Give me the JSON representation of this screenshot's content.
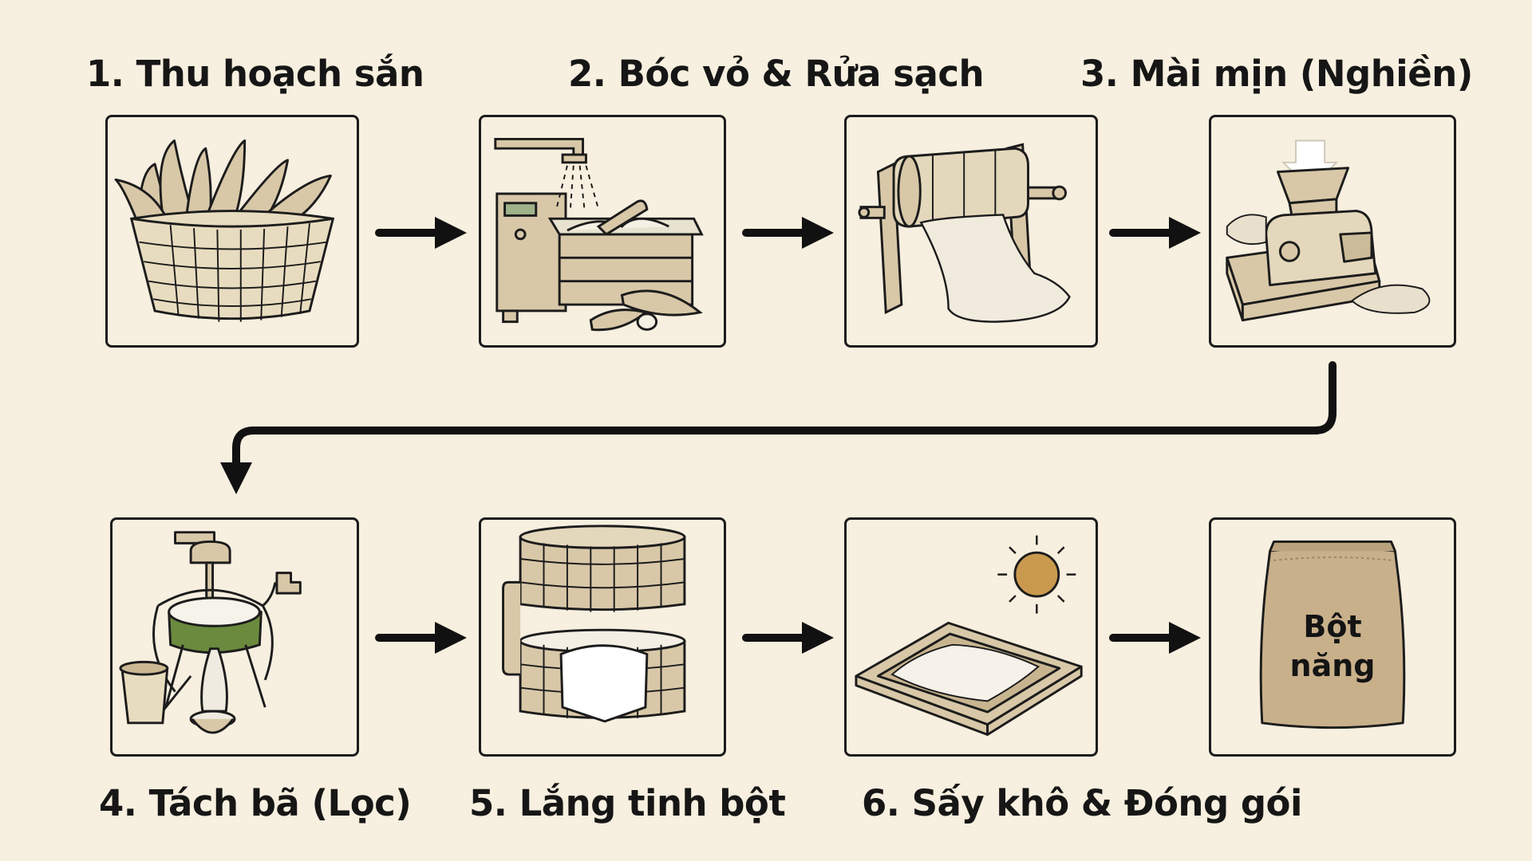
{
  "steps": [
    {
      "label": "1. Thu hoạch sắn"
    },
    {
      "label": "2. Bóc vỏ & Rửa sạch"
    },
    {
      "label": "3. Mài mịn (Nghiền)"
    },
    {
      "label": "4. Tách bã (Lọc)"
    },
    {
      "label": "5. Lắng tinh bột"
    },
    {
      "label": "6. Sấy khô & Đóng gói"
    }
  ],
  "product": {
    "line1": "Bột",
    "line2": "năng"
  },
  "colors": {
    "background": "#f7efdf",
    "outline": "#1c1c1c",
    "tan": "#d8c8a8",
    "tan_dark": "#b9a27c",
    "green": "#6b8a3e",
    "sun": "#c99a4e",
    "bag": "#c8b08a"
  }
}
